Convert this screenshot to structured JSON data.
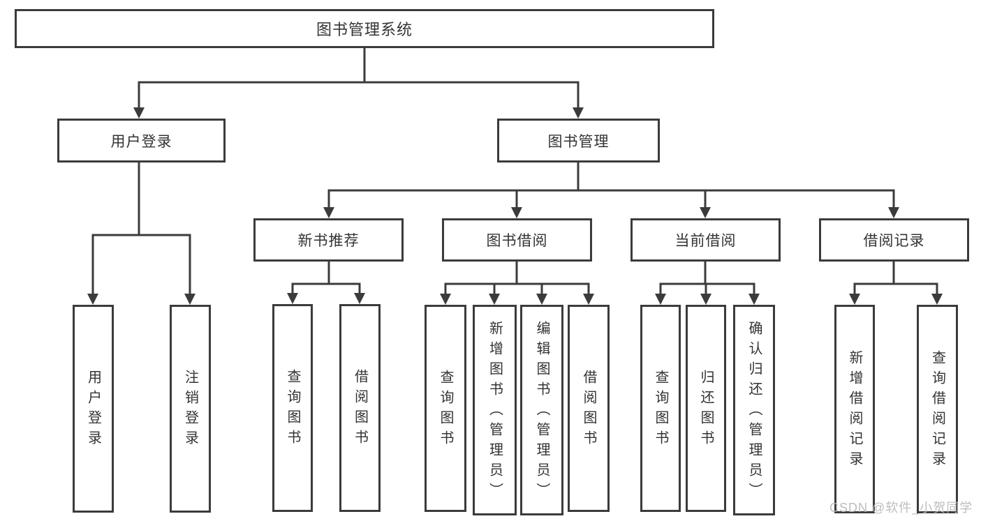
{
  "tree": {
    "root": {
      "label": "图书管理系统",
      "children": [
        {
          "label": "用户登录",
          "children": [
            {
              "label": "用户登录"
            },
            {
              "label": "注销登录"
            }
          ]
        },
        {
          "label": "图书管理",
          "children": [
            {
              "label": "新书推荐",
              "children": [
                {
                  "label": "查询图书"
                },
                {
                  "label": "借阅图书"
                }
              ]
            },
            {
              "label": "图书借阅",
              "children": [
                {
                  "label": "查询图书"
                },
                {
                  "label": "新增图书（管理员）"
                },
                {
                  "label": "编辑图书（管理员）"
                },
                {
                  "label": "借阅图书"
                }
              ]
            },
            {
              "label": "当前借阅",
              "children": [
                {
                  "label": "查询图书"
                },
                {
                  "label": "归还图书"
                },
                {
                  "label": "确认归还（管理员）"
                }
              ]
            },
            {
              "label": "借阅记录",
              "children": [
                {
                  "label": "新增借阅记录"
                },
                {
                  "label": "查询借阅记录"
                }
              ]
            }
          ]
        }
      ]
    }
  },
  "watermark": "CSDN @软件_小贺同学",
  "colors": {
    "line": "#3b3b3b",
    "text": "#333333",
    "background": "#ffffff",
    "watermark": "#b9b9b9"
  }
}
